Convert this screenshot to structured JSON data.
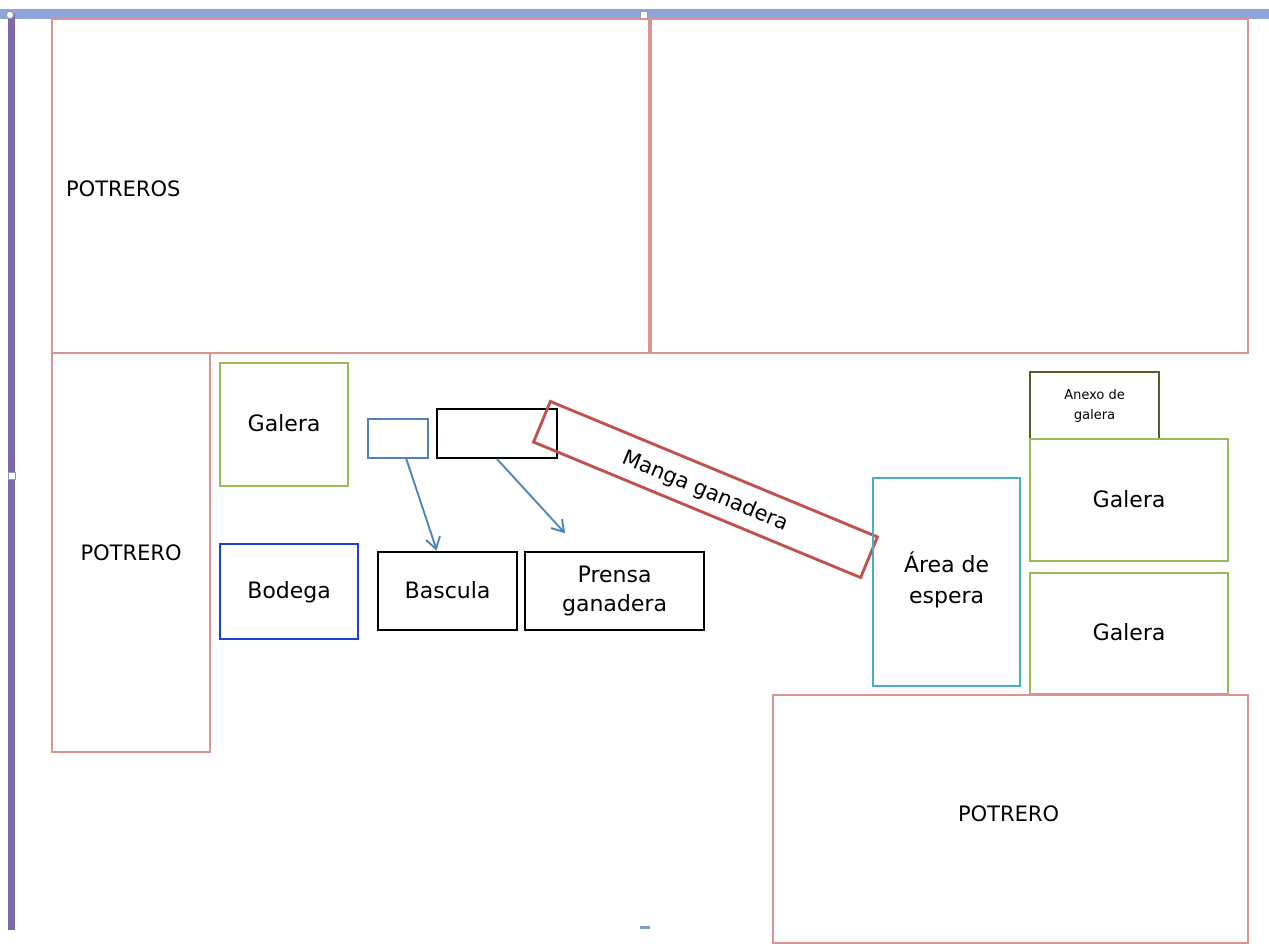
{
  "labels": {
    "potreros_top": "POTREROS",
    "potrero_left": "POTRERO",
    "potrero_bottom": "POTRERO",
    "galera_left": "Galera",
    "bodega": "Bodega",
    "bascula": "Bascula",
    "prensa_line1": "Prensa",
    "prensa_line2": "ganadera",
    "manga": "Manga ganadera",
    "espera_line1": "Área de",
    "espera_line2": "espera",
    "anexo_line1": "Anexo de",
    "anexo_line2": "galera",
    "galera_right_top": "Galera",
    "galera_right_bottom": "Galera"
  },
  "colors": {
    "potrero_border": "#d99594",
    "galera_border": "#9bbb59",
    "bodega_border": "#1f3fd8",
    "espera_border": "#4bacc6",
    "anexo_border": "#4f6228",
    "manga_border": "#c0504d",
    "arrow": "#4f81bd",
    "frame_top": "#8ea5d9",
    "frame_left": "#7e6aa8"
  }
}
